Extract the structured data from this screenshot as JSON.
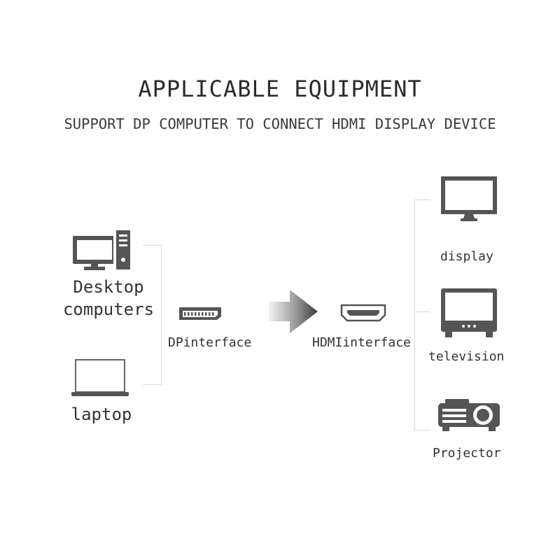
{
  "title": "APPLICABLE EQUIPMENT",
  "subtitle": "SUPPORT DP COMPUTER TO CONNECT HDMI DISPLAY DEVICE",
  "sources": {
    "desktop": {
      "label_line1": "Desktop",
      "label_line2": "computers",
      "icon": "desktop-computer-icon"
    },
    "laptop": {
      "label": "laptop",
      "icon": "laptop-icon"
    }
  },
  "connectors": {
    "dp": {
      "label": "DPinterface",
      "icon": "displayport-connector-icon"
    },
    "hdmi": {
      "label": "HDMIinterface",
      "icon": "hdmi-connector-icon"
    },
    "arrow": {
      "icon": "arrow-right-icon"
    }
  },
  "targets": [
    {
      "label": "display",
      "icon": "monitor-icon"
    },
    {
      "label": "television",
      "icon": "television-icon"
    },
    {
      "label": "Projector",
      "icon": "projector-icon"
    }
  ],
  "colors": {
    "icon": "#555555",
    "bracket": "#d9d9d9",
    "text": "#333333"
  }
}
